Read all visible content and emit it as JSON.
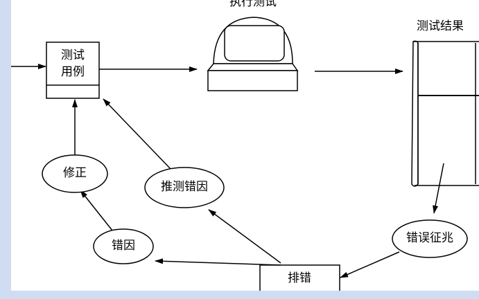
{
  "diagram": {
    "top_label": "执行测试",
    "results_label": "测试结果",
    "testcase_line1": "测试",
    "testcase_line2": "用例",
    "fix": "修正",
    "guess_cause": "推测错因",
    "error_cause": "错因",
    "error_symptom": "错误征兆",
    "debug": "排错"
  },
  "colors": {
    "background": "#ffffff",
    "side_strip": "#cfdcf2",
    "stroke": "#000000"
  }
}
